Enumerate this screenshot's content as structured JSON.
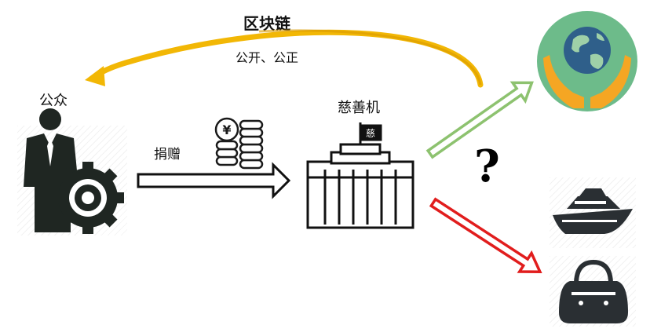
{
  "blockchain": {
    "title": "区块链",
    "subtitle": "公开、公正"
  },
  "nodes": {
    "public_label": "公众",
    "donate_label": "捐赠",
    "charity_label": "慈善机",
    "flag_text": "慈"
  },
  "unknown_mark": "?",
  "money_symbol": "¥",
  "colors": {
    "arc": "#f2b705",
    "green_arrow": "#8dc26f",
    "red_arrow": "#e11d1d",
    "globe_circle": "#6dbb8a",
    "hands": "#f5a623",
    "globe": "#2f5f8a"
  },
  "icons": [
    "person-gear-icon",
    "coins-icon",
    "charity-building-icon",
    "globe-hands-icon",
    "yacht-icon",
    "handbag-icon"
  ]
}
